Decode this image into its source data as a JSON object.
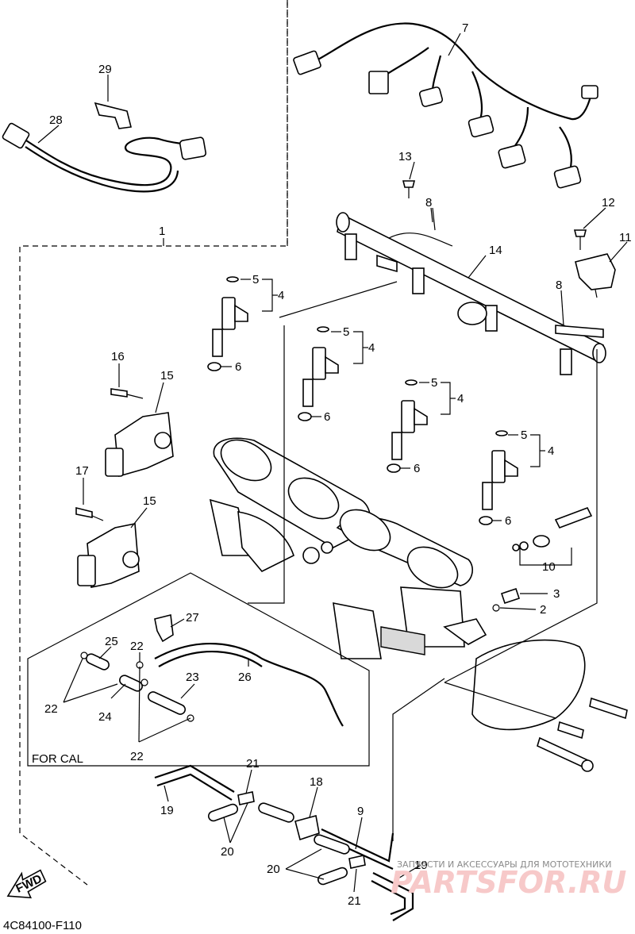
{
  "diagram": {
    "drawing_code": "4C84100-F110",
    "variant_box_label": "FOR CAL",
    "fwd_label": "FWD",
    "watermark_caption": "ЗАПЧАСТИ И АКСЕССУАРЫ ДЛЯ МОТОТЕХНИКИ",
    "watermark_logo": "PARTSFOR.RU",
    "labels": {
      "l1": "1",
      "l2": "2",
      "l3": "3",
      "l7": "7",
      "l8a": "8",
      "l8b": "8",
      "l9": "9",
      "l10": "10",
      "l11": "11",
      "l12": "12",
      "l13": "13",
      "l14": "14",
      "l4a": "4",
      "l4b": "4",
      "l4c": "4",
      "l4d": "4",
      "l5a": "5",
      "l5b": "5",
      "l5c": "5",
      "l5d": "5",
      "l6a": "6",
      "l6b": "6",
      "l6c": "6",
      "l6d": "6",
      "l15a": "15",
      "l15b": "15",
      "l16": "16",
      "l17": "17",
      "l18": "18",
      "l19a": "19",
      "l19b": "19",
      "l20a": "20",
      "l20b": "20",
      "l21a": "21",
      "l21b": "21",
      "l22a": "22",
      "l22b": "22",
      "l22c": "22",
      "l23": "23",
      "l24": "24",
      "l25": "25",
      "l26": "26",
      "l27": "27",
      "l28": "28",
      "l29": "29"
    }
  }
}
